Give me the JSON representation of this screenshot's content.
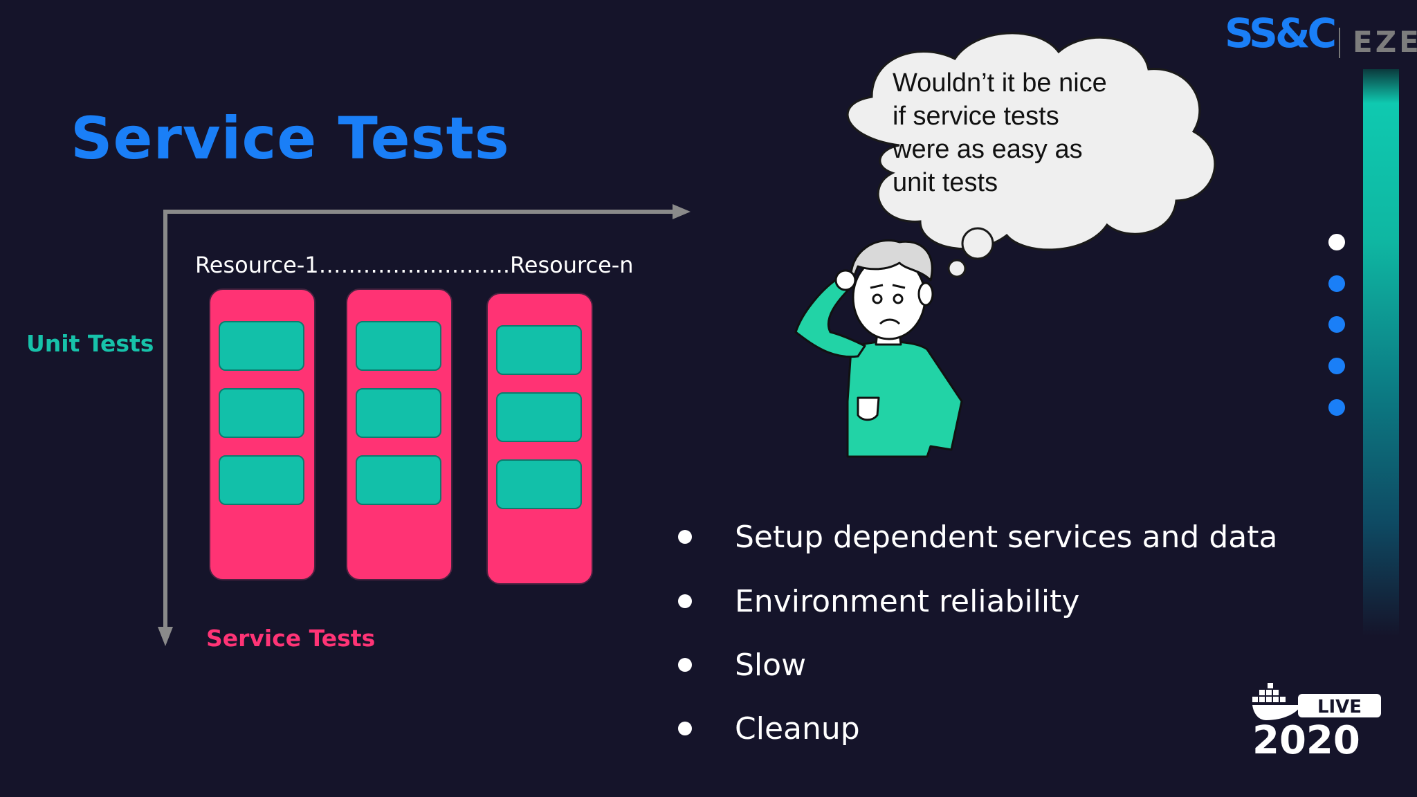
{
  "slide": {
    "title": "Service Tests",
    "axis": {
      "resource_label": "Resource-1……………………..Resource-n",
      "y_label_top": "Unit Tests",
      "y_label_bottom": "Service Tests"
    },
    "thought_bubble": {
      "lines": [
        "Wouldn’t it be nice",
        "if service tests",
        "were as easy as",
        "unit tests"
      ]
    },
    "bullets": [
      "Setup dependent services and data",
      "Environment reliability",
      "Slow",
      "Cleanup"
    ]
  },
  "branding": {
    "company_logo_main": "SS&C",
    "company_logo_sub": "EZE",
    "event_badge": "LIVE",
    "event_year": "2020"
  },
  "navigation": {
    "dots": [
      {
        "state": "active",
        "color": "#ffffff"
      },
      {
        "state": "inactive",
        "color": "#1a7ff7"
      },
      {
        "state": "inactive",
        "color": "#1a7ff7"
      },
      {
        "state": "inactive",
        "color": "#1a7ff7"
      },
      {
        "state": "inactive",
        "color": "#1a7ff7"
      }
    ]
  },
  "colors": {
    "background": "#15142a",
    "title": "#1a7ff7",
    "unit_tests": "#17c2aa",
    "service_tests": "#ff3476",
    "column": "#ff3374",
    "cell": "#12c0a9"
  }
}
